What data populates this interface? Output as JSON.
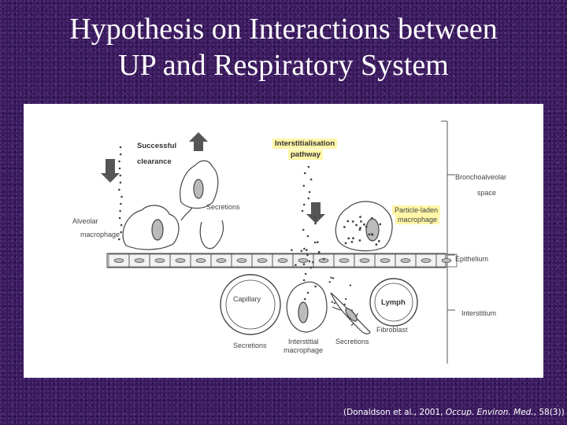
{
  "slide": {
    "title_line1": "Hypothesis on Interactions between",
    "title_line2": "UP and Respiratory System",
    "citation_prefix": "(Donaldson et al., 2001, ",
    "citation_journal": "Occup. Environ. Med.",
    "citation_suffix": ", 58(3))"
  },
  "diagram": {
    "successful": "Successful",
    "clearance": "clearance",
    "interstitialisation": "Interstitialisation",
    "pathway": "pathway",
    "broncho": "Bronchoalveolar",
    "space": "space",
    "alveolar": "Alveolar",
    "macrophage_left": "macrophage",
    "secretions_top": "Secretions",
    "particle_laden": "Particle-laden",
    "macrophage_right": "macrophage",
    "epithelium": "Epithelium",
    "capillary": "Capillary",
    "lymph": "Lymph",
    "interstitium": "Interstitium",
    "fibroblast": "Fibroblast",
    "secretions_left": "Secretions",
    "interstitial": "Interstitial",
    "macrophage_bottom": "macrophage",
    "secretions_right": "Secretions"
  }
}
